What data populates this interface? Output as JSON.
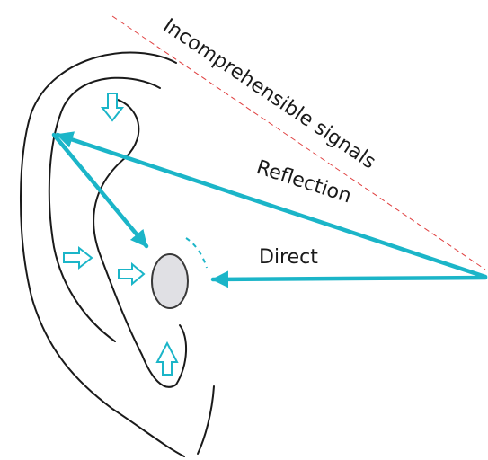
{
  "labels": {
    "incomprehensible": "Incomprehensible signals",
    "reflection": "Reflection",
    "direct": "Direct"
  },
  "colors": {
    "accent": "#1bb5c8",
    "outline": "#1a1a1a",
    "dashed": "#e04040",
    "eardrum_fill": "#e0e0e4",
    "eardrum_stroke": "#3a3a3a"
  }
}
